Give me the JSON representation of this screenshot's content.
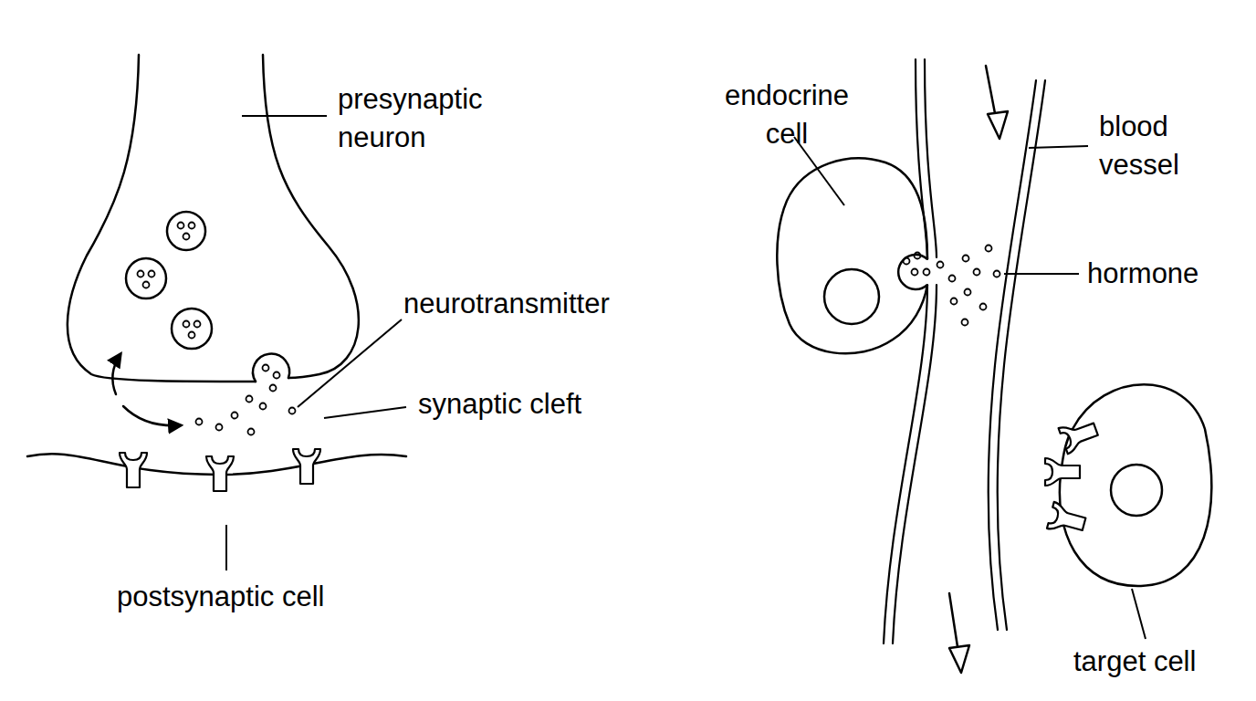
{
  "diagram": {
    "labels": [
      "presynaptic neuron",
      "endocrine cell",
      "blood vessel",
      "neurotransmitter",
      "synaptic cleft",
      "hormone",
      "postsynaptic cell",
      "target cell"
    ]
  }
}
